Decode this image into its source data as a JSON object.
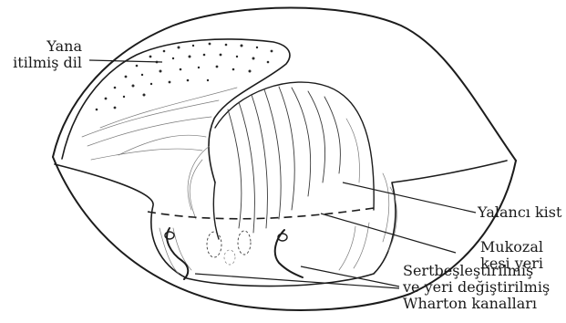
{
  "labels": {
    "tongue": "Yana\nitilmiş dil",
    "pseudocyst": "Yalancı kist",
    "mucosal_incision": "Mukozal\nkesi yeri",
    "wharton_ducts": "Sertbeşleştirilmiş\nve yeri değiştirilmiş\nWharton kanalları"
  }
}
